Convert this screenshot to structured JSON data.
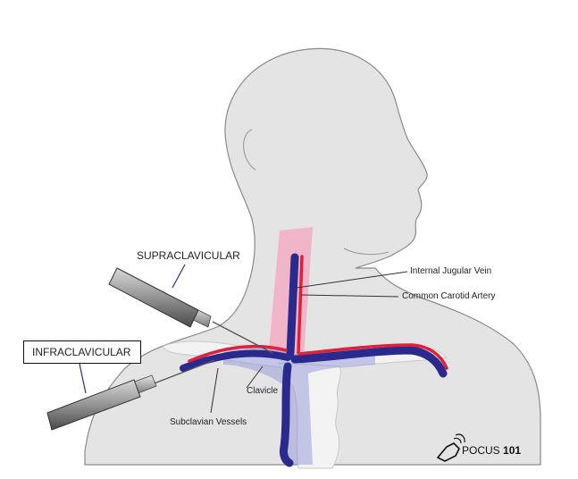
{
  "labels": {
    "supraclavicular": "SUPRACLAVICULAR",
    "infraclavicular": "INFRACLAVICULAR",
    "internal_jugular_vein": "Internal Jugular Vein",
    "common_carotid_artery": "Common Carotid Artery",
    "clavicle": "Clavicle",
    "subclavian_vessels": "Subclavian Vessels"
  },
  "logo": {
    "name": "POCUS",
    "number": "101",
    "icon": "ultrasound-probe-icon"
  },
  "colors": {
    "body": "#e4e4e4",
    "outline": "#8a8a8a",
    "bone": "#f3f3f3",
    "vein": "#2a2a8c",
    "artery": "#e0203a",
    "sternocleidomastoid": "#f4a6bf",
    "probe": "#6e6e6e"
  }
}
